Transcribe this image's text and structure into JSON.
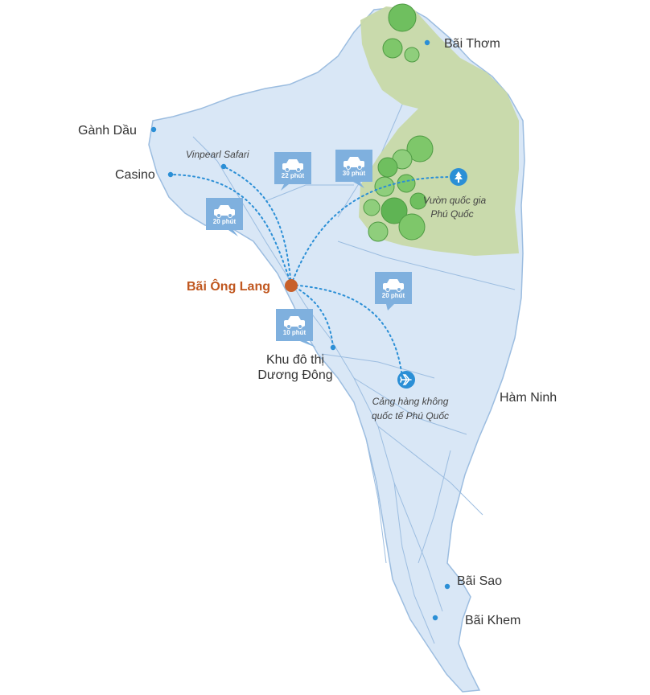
{
  "colors": {
    "land": "#d9e7f6",
    "coast": "#9cbde0",
    "park": "#c8d9a8",
    "tree": "#6fbf5f",
    "route": "#2b8fd6",
    "badge": "#7fb0de",
    "highlight": "#c8602a"
  },
  "places": {
    "bai_thom": "Bãi Thơm",
    "ganh_dau": "Gành Dầu",
    "casino": "Casino",
    "vinpearl": "Vinpearl Safari",
    "bai_ong_lang": "Bãi Ông Lang",
    "khu_do_thi_1": "Khu đô thị",
    "khu_do_thi_2": "Dương Đông",
    "vuon_1": "Vườn quốc gia",
    "vuon_2": "Phú Quốc",
    "airport_1": "Cảng hàng không",
    "airport_2": "quốc tế Phú Quốc",
    "ham_ninh": "Hàm Ninh",
    "bai_sao": "Bãi Sao",
    "bai_khem": "Bãi Khem"
  },
  "travel_times": {
    "casino": "20 phút",
    "vinpearl": "22 phút",
    "park": "30 phút",
    "airport": "20 phút",
    "duong_dong": "10 phút"
  },
  "icons": {
    "car": "car-icon",
    "tree": "tree-icon",
    "plane": "airplane-icon"
  }
}
